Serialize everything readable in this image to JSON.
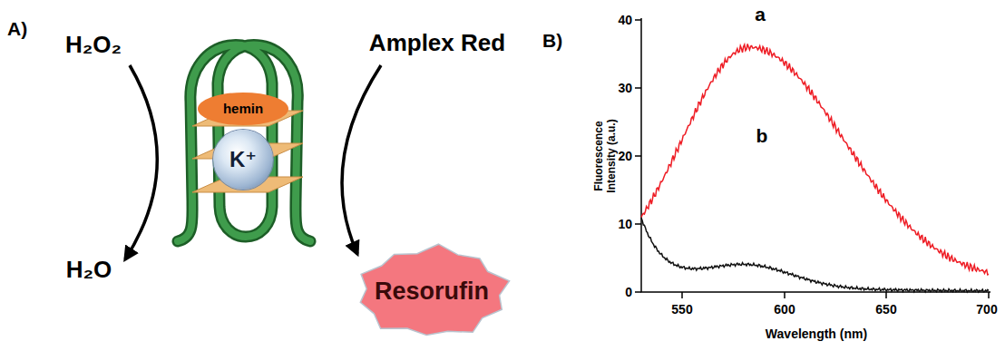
{
  "diagram": {
    "nodes": [
      {
        "text": [
          "hemin"
        ]
      },
      {
        "text": [
          "K⁺"
        ]
      },
      {
        "text": [
          "Resorufin"
        ]
      }
    ],
    "labels": [
      "A)",
      "H₂O₂",
      "H₂O",
      "Amplex Red",
      "B)",
      "40",
      "30",
      "20",
      "10",
      "0",
      "550",
      "600",
      "650",
      "700",
      "Fluorescence Intensity (a.u.)",
      "Wavelength (nm)",
      "a",
      "b"
    ]
  }
}
